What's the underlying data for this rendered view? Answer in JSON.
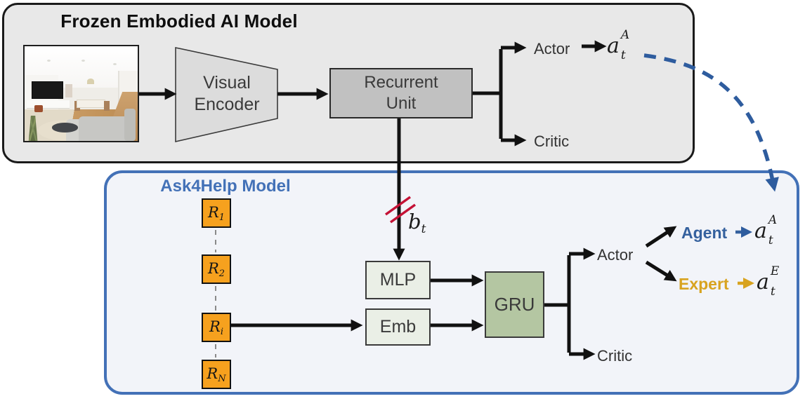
{
  "frozen_model": {
    "title": "Frozen Embodied AI Model",
    "visual_encoder_line1": "Visual",
    "visual_encoder_line2": "Encoder",
    "recurrent_unit_line1": "Recurrent",
    "recurrent_unit_line2": "Unit",
    "actor_label": "Actor",
    "critic_label": "Critic",
    "action_output": {
      "base": "a",
      "sub": "t",
      "sup": "A"
    }
  },
  "ask4help_model": {
    "title": "Ask4Help Model",
    "rewards": [
      {
        "base": "R",
        "sub": "1"
      },
      {
        "base": "R",
        "sub": "2"
      },
      {
        "base": "R",
        "sub": "i"
      },
      {
        "base": "R",
        "sub": "N"
      }
    ],
    "belief_input": {
      "base": "b",
      "sub": "t"
    },
    "mlp_label": "MLP",
    "emb_label": "Emb",
    "gru_label": "GRU",
    "actor_label": "Actor",
    "critic_label": "Critic",
    "agent_label": "Agent",
    "agent_output": {
      "base": "a",
      "sub": "t",
      "sup": "A"
    },
    "expert_label": "Expert",
    "expert_output": {
      "base": "a",
      "sub": "t",
      "sup": "E"
    }
  },
  "colors": {
    "frozen_box_fill": "#e8e8e8",
    "ask4help_border": "#4371b7",
    "ask4help_fill": "#f2f4f9",
    "reward_fill": "#f6a11e",
    "gru_fill": "#b4c6a2",
    "mlp_fill": "#eaefe6",
    "recurrent_fill": "#c1c1c1",
    "encoder_fill": "#dcdcdc",
    "agent_color": "#35619e",
    "expert_color": "#d8a31f",
    "stop_gradient_color": "#c41236",
    "dashed_arrow_color": "#2e5c9e"
  }
}
